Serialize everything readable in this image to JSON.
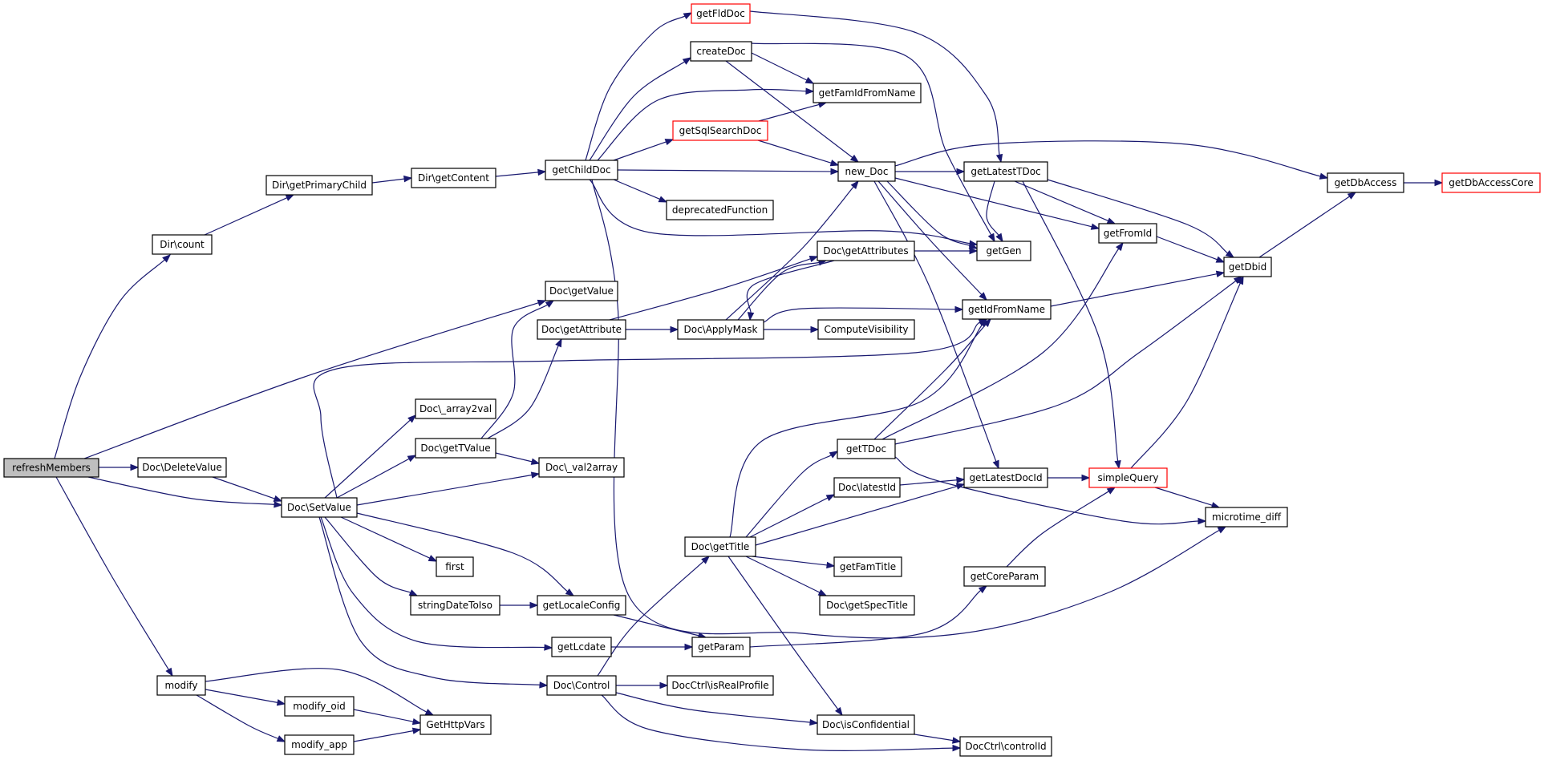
{
  "colors": {
    "edge": "#191970",
    "node_border": "#000000",
    "node_border_external": "#ff0000",
    "root_fill": "#bfbfbf",
    "node_fill": "#ffffff"
  },
  "nodes": [
    {
      "id": "refreshMembers",
      "label": "refreshMembers",
      "root": true
    },
    {
      "id": "dircount",
      "label": "Dir\\count"
    },
    {
      "id": "dirgetprimarychild",
      "label": "Dir\\getPrimaryChild"
    },
    {
      "id": "dirgetcontent",
      "label": "Dir\\getContent"
    },
    {
      "id": "getchilddoc",
      "label": "getChildDoc"
    },
    {
      "id": "getflddoc",
      "label": "getFldDoc",
      "external": true
    },
    {
      "id": "createdoc",
      "label": "createDoc"
    },
    {
      "id": "getfamidfromname",
      "label": "getFamIdFromName"
    },
    {
      "id": "getsqlsearchdoc",
      "label": "getSqlSearchDoc",
      "external": true
    },
    {
      "id": "new_doc",
      "label": "new_Doc"
    },
    {
      "id": "deprecatedfunction",
      "label": "deprecatedFunction"
    },
    {
      "id": "getlatesttdoc",
      "label": "getLatestTDoc"
    },
    {
      "id": "getdbaccess",
      "label": "getDbAccess"
    },
    {
      "id": "getdbaccesscore",
      "label": "getDbAccessCore",
      "external": true
    },
    {
      "id": "getfromid",
      "label": "getFromId"
    },
    {
      "id": "getgen",
      "label": "getGen"
    },
    {
      "id": "getdbid",
      "label": "getDbid"
    },
    {
      "id": "docgetattributes",
      "label": "Doc\\getAttributes"
    },
    {
      "id": "docgetvalue",
      "label": "Doc\\getValue"
    },
    {
      "id": "docgetattribute",
      "label": "Doc\\getAttribute"
    },
    {
      "id": "docapplymask",
      "label": "Doc\\ApplyMask"
    },
    {
      "id": "computevisibility",
      "label": "ComputeVisibility"
    },
    {
      "id": "getidfromname",
      "label": "getIdFromName"
    },
    {
      "id": "docarray2val",
      "label": "Doc\\_array2val"
    },
    {
      "id": "docgettvalue",
      "label": "Doc\\getTValue"
    },
    {
      "id": "docval2array",
      "label": "Doc\\_val2array"
    },
    {
      "id": "docdeletevalue",
      "label": "Doc\\DeleteValue"
    },
    {
      "id": "docsetvalue",
      "label": "Doc\\SetValue"
    },
    {
      "id": "gettdoc",
      "label": "getTDoc"
    },
    {
      "id": "doclatestid",
      "label": "Doc\\latestId"
    },
    {
      "id": "getlatestdocid",
      "label": "getLatestDocId"
    },
    {
      "id": "simplequery",
      "label": "simpleQuery",
      "external": true
    },
    {
      "id": "microtime_diff",
      "label": "microtime_diff"
    },
    {
      "id": "first",
      "label": "first"
    },
    {
      "id": "docgettitle",
      "label": "Doc\\getTitle"
    },
    {
      "id": "getfamtitle",
      "label": "getFamTitle"
    },
    {
      "id": "getcoreparam",
      "label": "getCoreParam"
    },
    {
      "id": "stringdatetoiso",
      "label": "stringDateToIso"
    },
    {
      "id": "getlocaleconfig",
      "label": "getLocaleConfig"
    },
    {
      "id": "docgetspectitle",
      "label": "Doc\\getSpecTitle"
    },
    {
      "id": "getlcdate",
      "label": "getLcdate"
    },
    {
      "id": "getparam",
      "label": "getParam"
    },
    {
      "id": "modify",
      "label": "modify"
    },
    {
      "id": "doccontrol",
      "label": "Doc\\Control"
    },
    {
      "id": "docctrlisrealprofile",
      "label": "DocCtrl\\isRealProfile"
    },
    {
      "id": "modify_oid",
      "label": "modify_oid"
    },
    {
      "id": "gethttpvars",
      "label": "GetHttpVars"
    },
    {
      "id": "docisconfidential",
      "label": "Doc\\isConfidential"
    },
    {
      "id": "modify_app",
      "label": "modify_app"
    },
    {
      "id": "docctrlcontrolid",
      "label": "DocCtrl\\controlId"
    }
  ],
  "edges": [
    {
      "from": "refreshMembers",
      "to": "dircount"
    },
    {
      "from": "refreshMembers",
      "to": "docgetvalue"
    },
    {
      "from": "refreshMembers",
      "to": "docdeletevalue"
    },
    {
      "from": "refreshMembers",
      "to": "docsetvalue"
    },
    {
      "from": "refreshMembers",
      "to": "modify"
    },
    {
      "from": "dircount",
      "to": "dirgetprimarychild"
    },
    {
      "from": "dirgetprimarychild",
      "to": "dirgetcontent"
    },
    {
      "from": "dirgetcontent",
      "to": "getchilddoc"
    },
    {
      "from": "getchilddoc",
      "to": "getflddoc"
    },
    {
      "from": "getchilddoc",
      "to": "createdoc"
    },
    {
      "from": "getchilddoc",
      "to": "getfamidfromname"
    },
    {
      "from": "getchilddoc",
      "to": "getsqlsearchdoc"
    },
    {
      "from": "getchilddoc",
      "to": "new_doc"
    },
    {
      "from": "getchilddoc",
      "to": "deprecatedfunction"
    },
    {
      "from": "getchilddoc",
      "to": "getgen"
    },
    {
      "from": "getchilddoc",
      "to": "microtime_diff"
    },
    {
      "from": "getflddoc",
      "to": "getlatesttdoc"
    },
    {
      "from": "createdoc",
      "to": "getfamidfromname"
    },
    {
      "from": "createdoc",
      "to": "new_doc"
    },
    {
      "from": "createdoc",
      "to": "getgen"
    },
    {
      "from": "getsqlsearchdoc",
      "to": "getfamidfromname"
    },
    {
      "from": "getsqlsearchdoc",
      "to": "new_doc"
    },
    {
      "from": "new_doc",
      "to": "getdbaccess"
    },
    {
      "from": "new_doc",
      "to": "getlatesttdoc"
    },
    {
      "from": "new_doc",
      "to": "getfromid"
    },
    {
      "from": "new_doc",
      "to": "getgen"
    },
    {
      "from": "new_doc",
      "to": "getidfromname"
    },
    {
      "from": "new_doc",
      "to": "getlatestdocid"
    },
    {
      "from": "getlatesttdoc",
      "to": "getfromid"
    },
    {
      "from": "getlatesttdoc",
      "to": "getdbid"
    },
    {
      "from": "getlatesttdoc",
      "to": "getgen"
    },
    {
      "from": "getlatesttdoc",
      "to": "simplequery"
    },
    {
      "from": "getdbaccess",
      "to": "getdbaccesscore"
    },
    {
      "from": "getfromid",
      "to": "getdbid"
    },
    {
      "from": "getdbid",
      "to": "getdbaccess"
    },
    {
      "from": "docgetattributes",
      "to": "getgen"
    },
    {
      "from": "docgetattributes",
      "to": "docapplymask"
    },
    {
      "from": "docgetattribute",
      "to": "docgetattributes"
    },
    {
      "from": "docgetattribute",
      "to": "docapplymask"
    },
    {
      "from": "docapplymask",
      "to": "new_doc"
    },
    {
      "from": "docapplymask",
      "to": "docgetattributes"
    },
    {
      "from": "docapplymask",
      "to": "computevisibility"
    },
    {
      "from": "docapplymask",
      "to": "getidfromname"
    },
    {
      "from": "getidfromname",
      "to": "getdbid"
    },
    {
      "from": "docgettvalue",
      "to": "docgetvalue"
    },
    {
      "from": "docgettvalue",
      "to": "docgetattribute"
    },
    {
      "from": "docgettvalue",
      "to": "docval2array"
    },
    {
      "from": "docdeletevalue",
      "to": "docsetvalue"
    },
    {
      "from": "docsetvalue",
      "to": "docarray2val"
    },
    {
      "from": "docsetvalue",
      "to": "docgettvalue"
    },
    {
      "from": "docsetvalue",
      "to": "docval2array"
    },
    {
      "from": "docsetvalue",
      "to": "getidfromname"
    },
    {
      "from": "docsetvalue",
      "to": "first"
    },
    {
      "from": "docsetvalue",
      "to": "stringdatetoiso"
    },
    {
      "from": "docsetvalue",
      "to": "getlocaleconfig"
    },
    {
      "from": "docsetvalue",
      "to": "getlcdate"
    },
    {
      "from": "docsetvalue",
      "to": "doccontrol"
    },
    {
      "from": "gettdoc",
      "to": "getfromid"
    },
    {
      "from": "gettdoc",
      "to": "getdbid"
    },
    {
      "from": "gettdoc",
      "to": "getidfromname"
    },
    {
      "from": "gettdoc",
      "to": "microtime_diff"
    },
    {
      "from": "doclatestid",
      "to": "getlatestdocid"
    },
    {
      "from": "getlatestdocid",
      "to": "simplequery"
    },
    {
      "from": "simplequery",
      "to": "getdbid"
    },
    {
      "from": "simplequery",
      "to": "microtime_diff"
    },
    {
      "from": "docgettitle",
      "to": "gettdoc"
    },
    {
      "from": "docgettitle",
      "to": "doclatestid"
    },
    {
      "from": "docgettitle",
      "to": "getlatestdocid"
    },
    {
      "from": "docgettitle",
      "to": "getidfromname"
    },
    {
      "from": "docgettitle",
      "to": "getfamtitle"
    },
    {
      "from": "docgettitle",
      "to": "docgetspectitle"
    },
    {
      "from": "docgettitle",
      "to": "docisconfidential"
    },
    {
      "from": "getcoreparam",
      "to": "simplequery"
    },
    {
      "from": "stringdatetoiso",
      "to": "getlocaleconfig"
    },
    {
      "from": "getlocaleconfig",
      "to": "getparam"
    },
    {
      "from": "getlcdate",
      "to": "getparam"
    },
    {
      "from": "getparam",
      "to": "getcoreparam"
    },
    {
      "from": "modify",
      "to": "gethttpvars"
    },
    {
      "from": "modify",
      "to": "modify_oid"
    },
    {
      "from": "modify",
      "to": "modify_app"
    },
    {
      "from": "modify_oid",
      "to": "gethttpvars"
    },
    {
      "from": "modify_app",
      "to": "gethttpvars"
    },
    {
      "from": "doccontrol",
      "to": "docgettitle"
    },
    {
      "from": "doccontrol",
      "to": "docctrlisrealprofile"
    },
    {
      "from": "doccontrol",
      "to": "docisconfidential"
    },
    {
      "from": "doccontrol",
      "to": "docctrlcontrolid"
    },
    {
      "from": "docisconfidential",
      "to": "docctrlcontrolid"
    }
  ]
}
